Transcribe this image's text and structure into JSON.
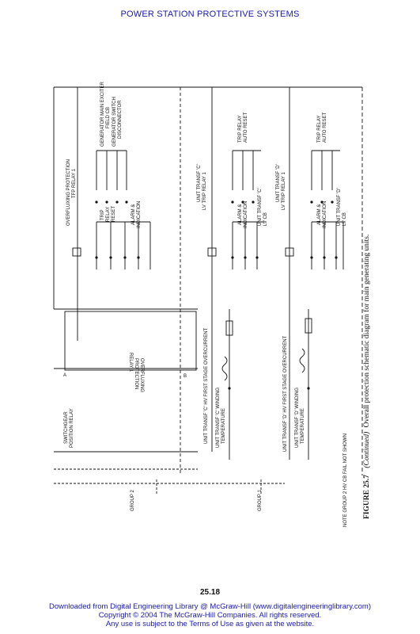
{
  "header": {
    "title": "POWER STATION PROTECTIVE SYSTEMS"
  },
  "diagram": {
    "labels": {
      "overfluxing_protection": "OVERFLUXING PROTECTION",
      "tfp_relay_1": "TFP RELAY 1",
      "generator_main_exciter": "GENERATOR MAIN EXCITER",
      "field_cb": "FIELD CB",
      "generator_switch": "GENERATOR SWITCH",
      "disconnector": "DISCONNECTOR",
      "trip_relay": "TRIP",
      "relay": "RELAY",
      "reset": "RESET",
      "alarm_and": "ALARM &",
      "indication": "INDICATION",
      "trip_relay_auto_reset_1": "TRIP RELAY",
      "auto_reset_1": "AUTO RESET",
      "unit_transf_c": "UNIT TRANSF 'C'",
      "lv_trip_relay_1": "LV TRIP RELAY 1",
      "alarm_indication_c1": "ALARM &",
      "alarm_indication_c2": "INDICATION",
      "unit_transf_c_lv_cb": "UNIT TRANSF 'C'",
      "lv_cb_c": "LV CB",
      "trip_relay_auto_reset_2": "TRIP RELAY",
      "auto_reset_2": "AUTO RESET",
      "unit_transf_d": "UNIT TRANSF 'D'",
      "lv_trip_relay_1_d": "LV TRIP RELAY 1",
      "alarm_indication_d1": "ALARM &",
      "alarm_indication_d2": "INDICATION",
      "unit_transf_d_lv_cb": "UNIT TRANSF 'D'",
      "lv_cb_d": "LV CB",
      "overfluxing_box_1": "OVERFLUXING",
      "overfluxing_box_2": "PROTECTION",
      "overfluxing_box_3": "RELAY 1",
      "switchgear": "SWITCHGEAR",
      "position_relay": "POSITION RELAY",
      "c_first_stage": "UNIT TRANSF 'C' HV FIRST STAGE OVERCURRENT",
      "c_winding": "UNIT TRANSF 'C' WINDING",
      "c_temperature": "TEMPERATURE",
      "d_first_stage": "UNIT TRANSF 'D' HV FIRST STAGE OVERCURRENT",
      "d_winding": "UNIT TRANSF 'D' WINDING",
      "d_temperature": "TEMPERATURE",
      "group_2": "GROUP 2",
      "group_1": "GROUP 1",
      "note": "NOTE GROUP 2 HV CB FAIL NOT SHOWN",
      "terminal_a": "A",
      "terminal_b": "B"
    },
    "caption": {
      "figure": "FIGURE 25.7",
      "continued": "(Continued)",
      "text": "Overall protection schematic diagram for main generating units."
    }
  },
  "page_number": "25.18",
  "footer": {
    "line1": "Downloaded from Digital Engineering Library @ McGraw-Hill (www.digitalengineeringlibrary.com)",
    "line2": "Copyright © 2004 The McGraw-Hill Companies. All rights reserved.",
    "line3": "Any use is subject to the Terms of Use as given at the website."
  }
}
